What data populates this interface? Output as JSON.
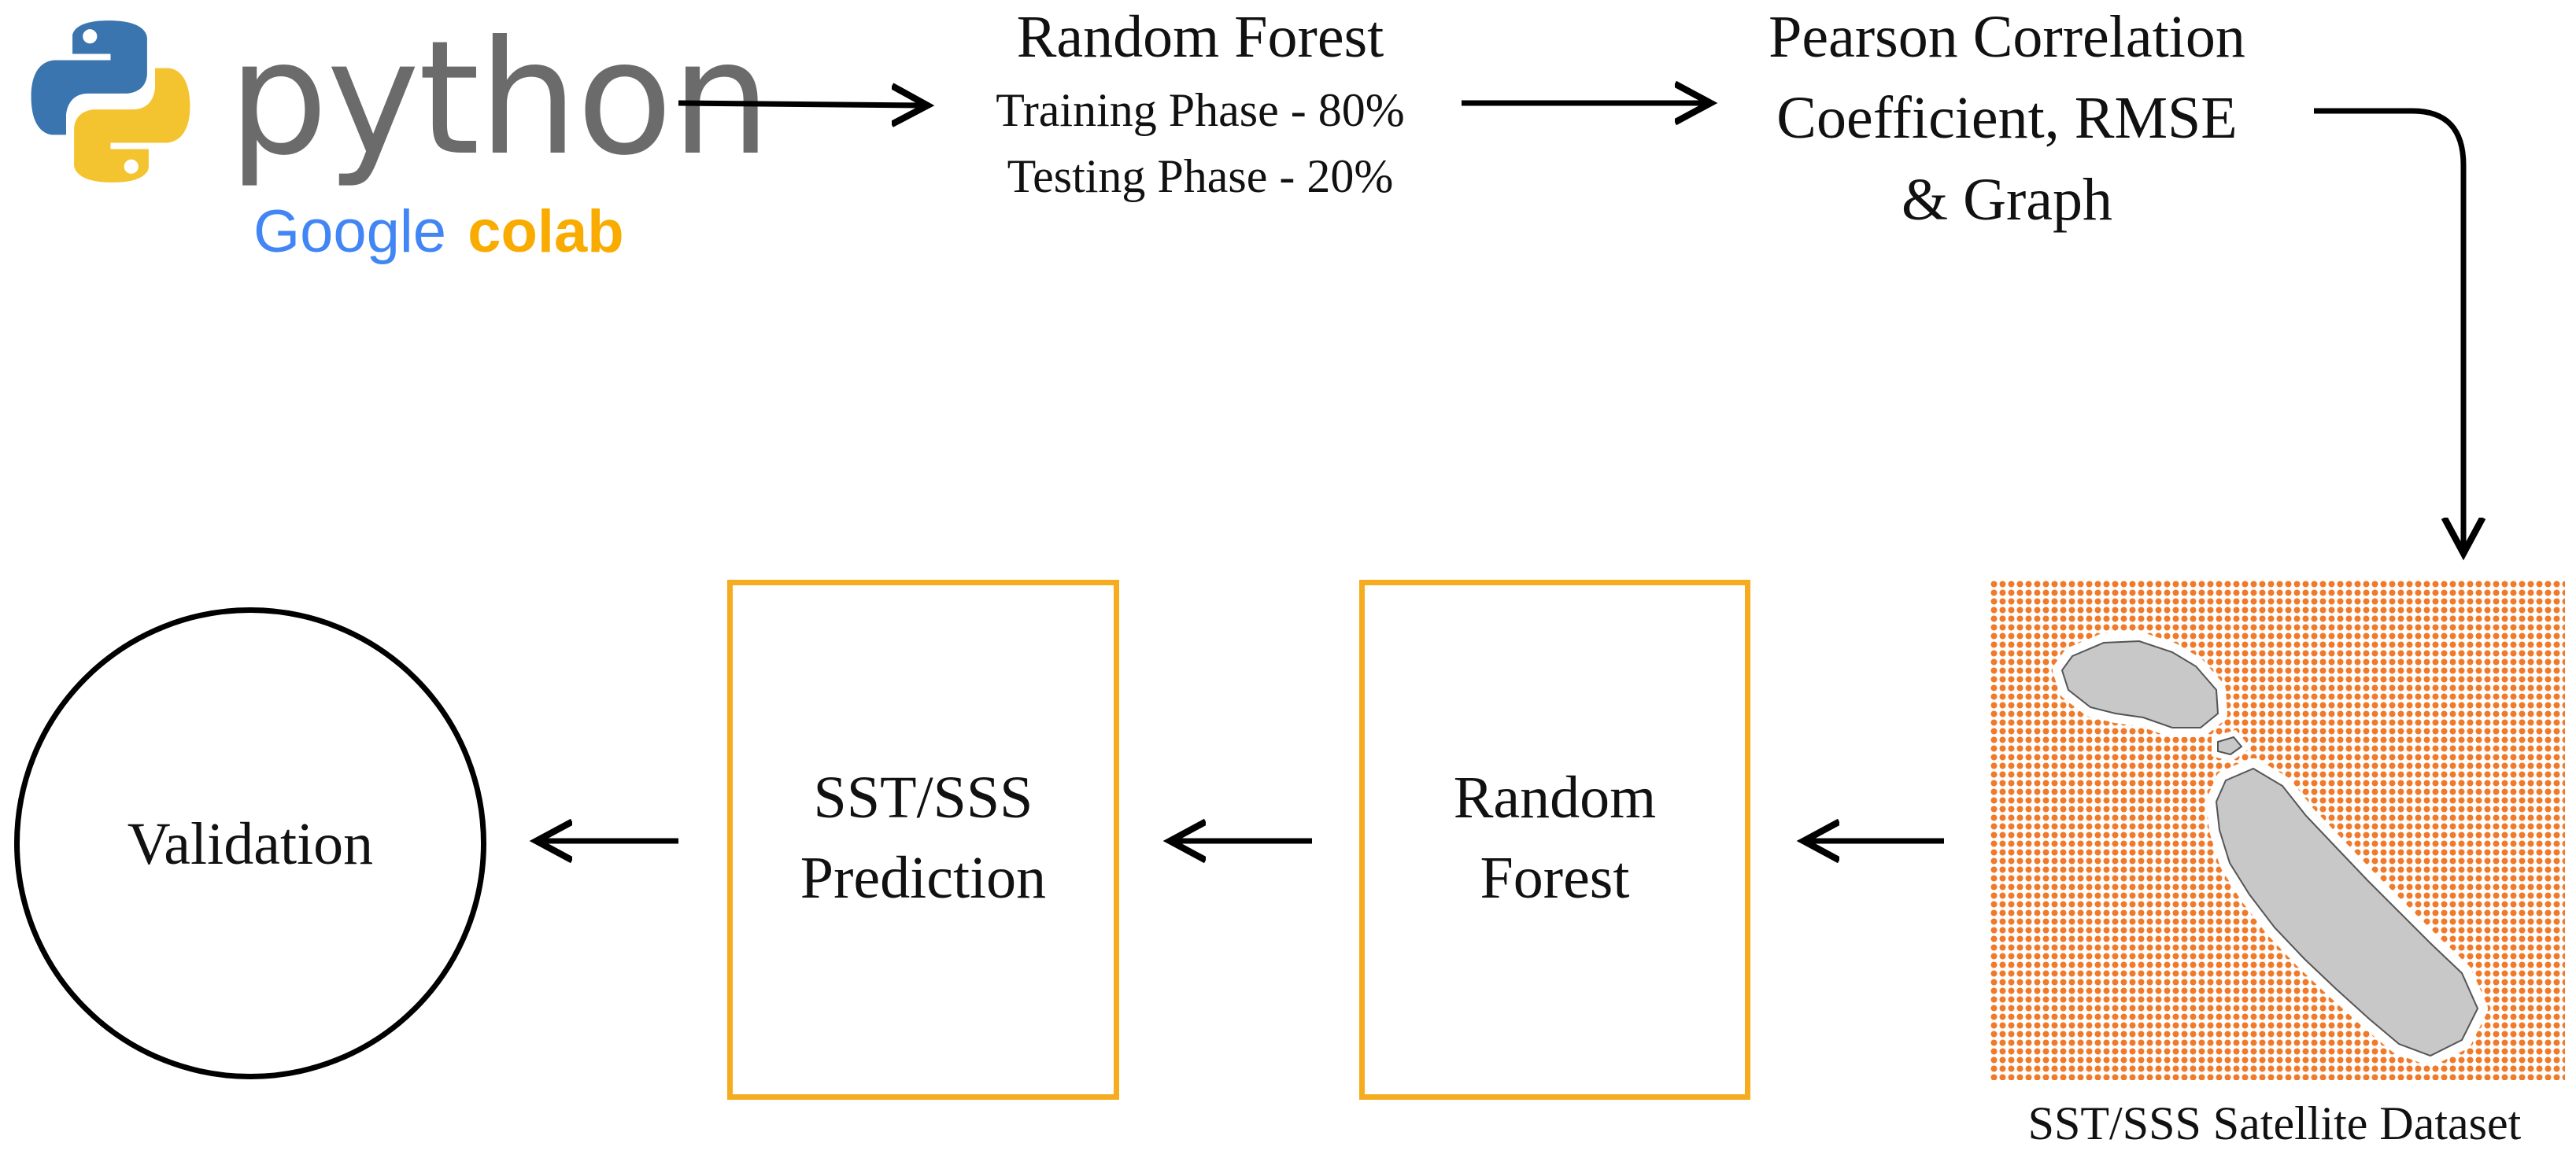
{
  "colors": {
    "accent_box": "#f5ac1e",
    "dot_grid": "#f07a2a",
    "island": "#c8c8c8",
    "python_blue": "#3a75b0",
    "python_yellow": "#f4c430",
    "python_text": "#6b6b6b"
  },
  "logo": {
    "icon": "python-logo-icon",
    "python_text": "python",
    "google_text": "Google",
    "colab_text": "colab"
  },
  "steps": {
    "random_forest_split": {
      "title": "Random Forest",
      "line1": "Training Phase - 80%",
      "line2": "Testing Phase - 20%"
    },
    "metrics": {
      "line1": "Pearson Correlation",
      "line2": "Coefficient, RMSE",
      "line3": "& Graph"
    },
    "dataset": {
      "icon": "malta-map-icon",
      "caption": "SST/SSS Satellite Dataset"
    },
    "random_forest_box": {
      "line1": "Random",
      "line2": "Forest"
    },
    "prediction_box": {
      "line1": "SST/SSS",
      "line2": "Prediction"
    },
    "validation": {
      "label": "Validation"
    }
  }
}
